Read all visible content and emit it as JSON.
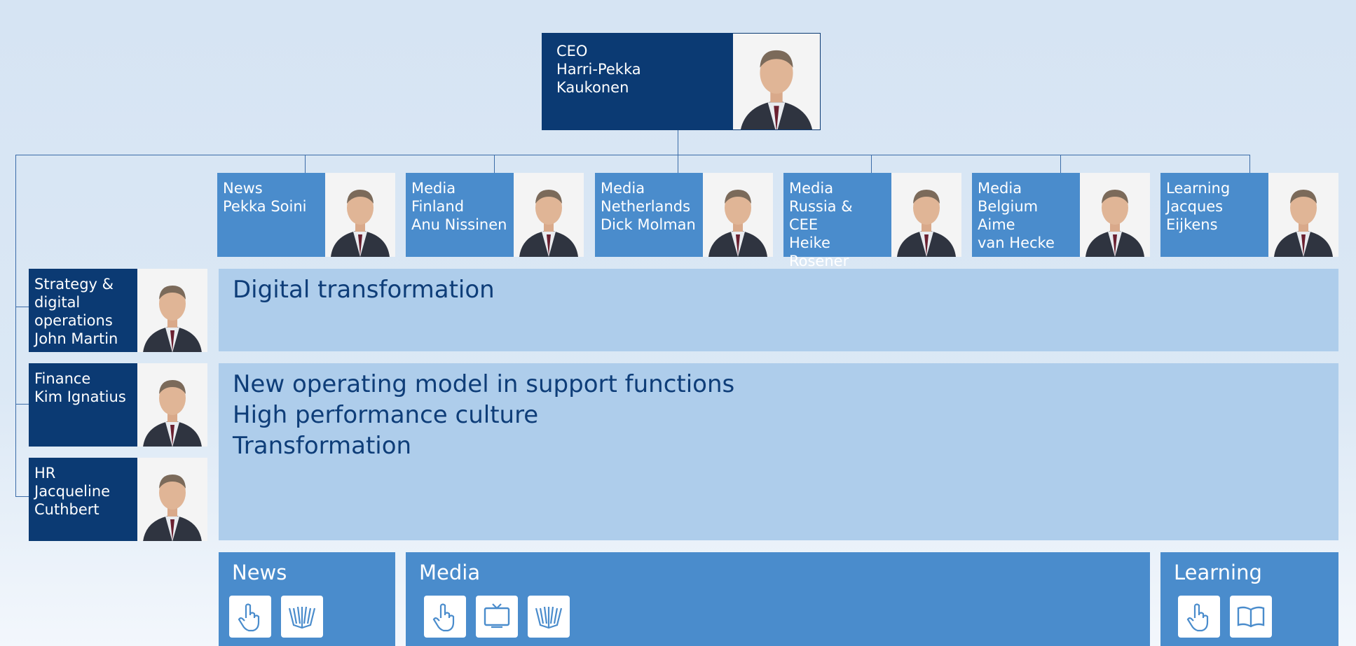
{
  "ceo": {
    "text": "CEO\nHarri-Pekka\nKaukonen"
  },
  "business_units": [
    {
      "text": "News\nPekka Soini"
    },
    {
      "text": "Media\nFinland\nAnu Nissinen"
    },
    {
      "text": "Media\nNetherlands\nDick Molman"
    },
    {
      "text": "Media\nRussia & CEE\nHeike\nRosener"
    },
    {
      "text": "Media\nBelgium\nAime\nvan Hecke"
    },
    {
      "text": "Learning\nJacques\nEijkens"
    }
  ],
  "support_functions": [
    {
      "text": "Strategy &\ndigital\noperations\nJohn Martin"
    },
    {
      "text": "Finance\nKim Ignatius"
    },
    {
      "text": "HR\nJacqueline\nCuthbert"
    }
  ],
  "panels": {
    "digital": {
      "title": "Digital transformation"
    },
    "support": {
      "line1": "New operating model in support functions",
      "line2": "High performance culture",
      "line3": "Transformation"
    }
  },
  "segments": {
    "news": {
      "title": "News",
      "icons": [
        "hand-pointer-icon",
        "book-icon"
      ]
    },
    "media": {
      "title": "Media",
      "icons": [
        "hand-pointer-icon",
        "tv-icon",
        "book-icon"
      ]
    },
    "learning": {
      "title": "Learning",
      "icons": [
        "hand-pointer-icon",
        "open-book-icon"
      ]
    }
  },
  "colors": {
    "dark_blue": "#0b3a73",
    "mid_blue": "#4a8ccc",
    "light_blue": "#aecdeb",
    "text_blue": "#0e3d78"
  }
}
